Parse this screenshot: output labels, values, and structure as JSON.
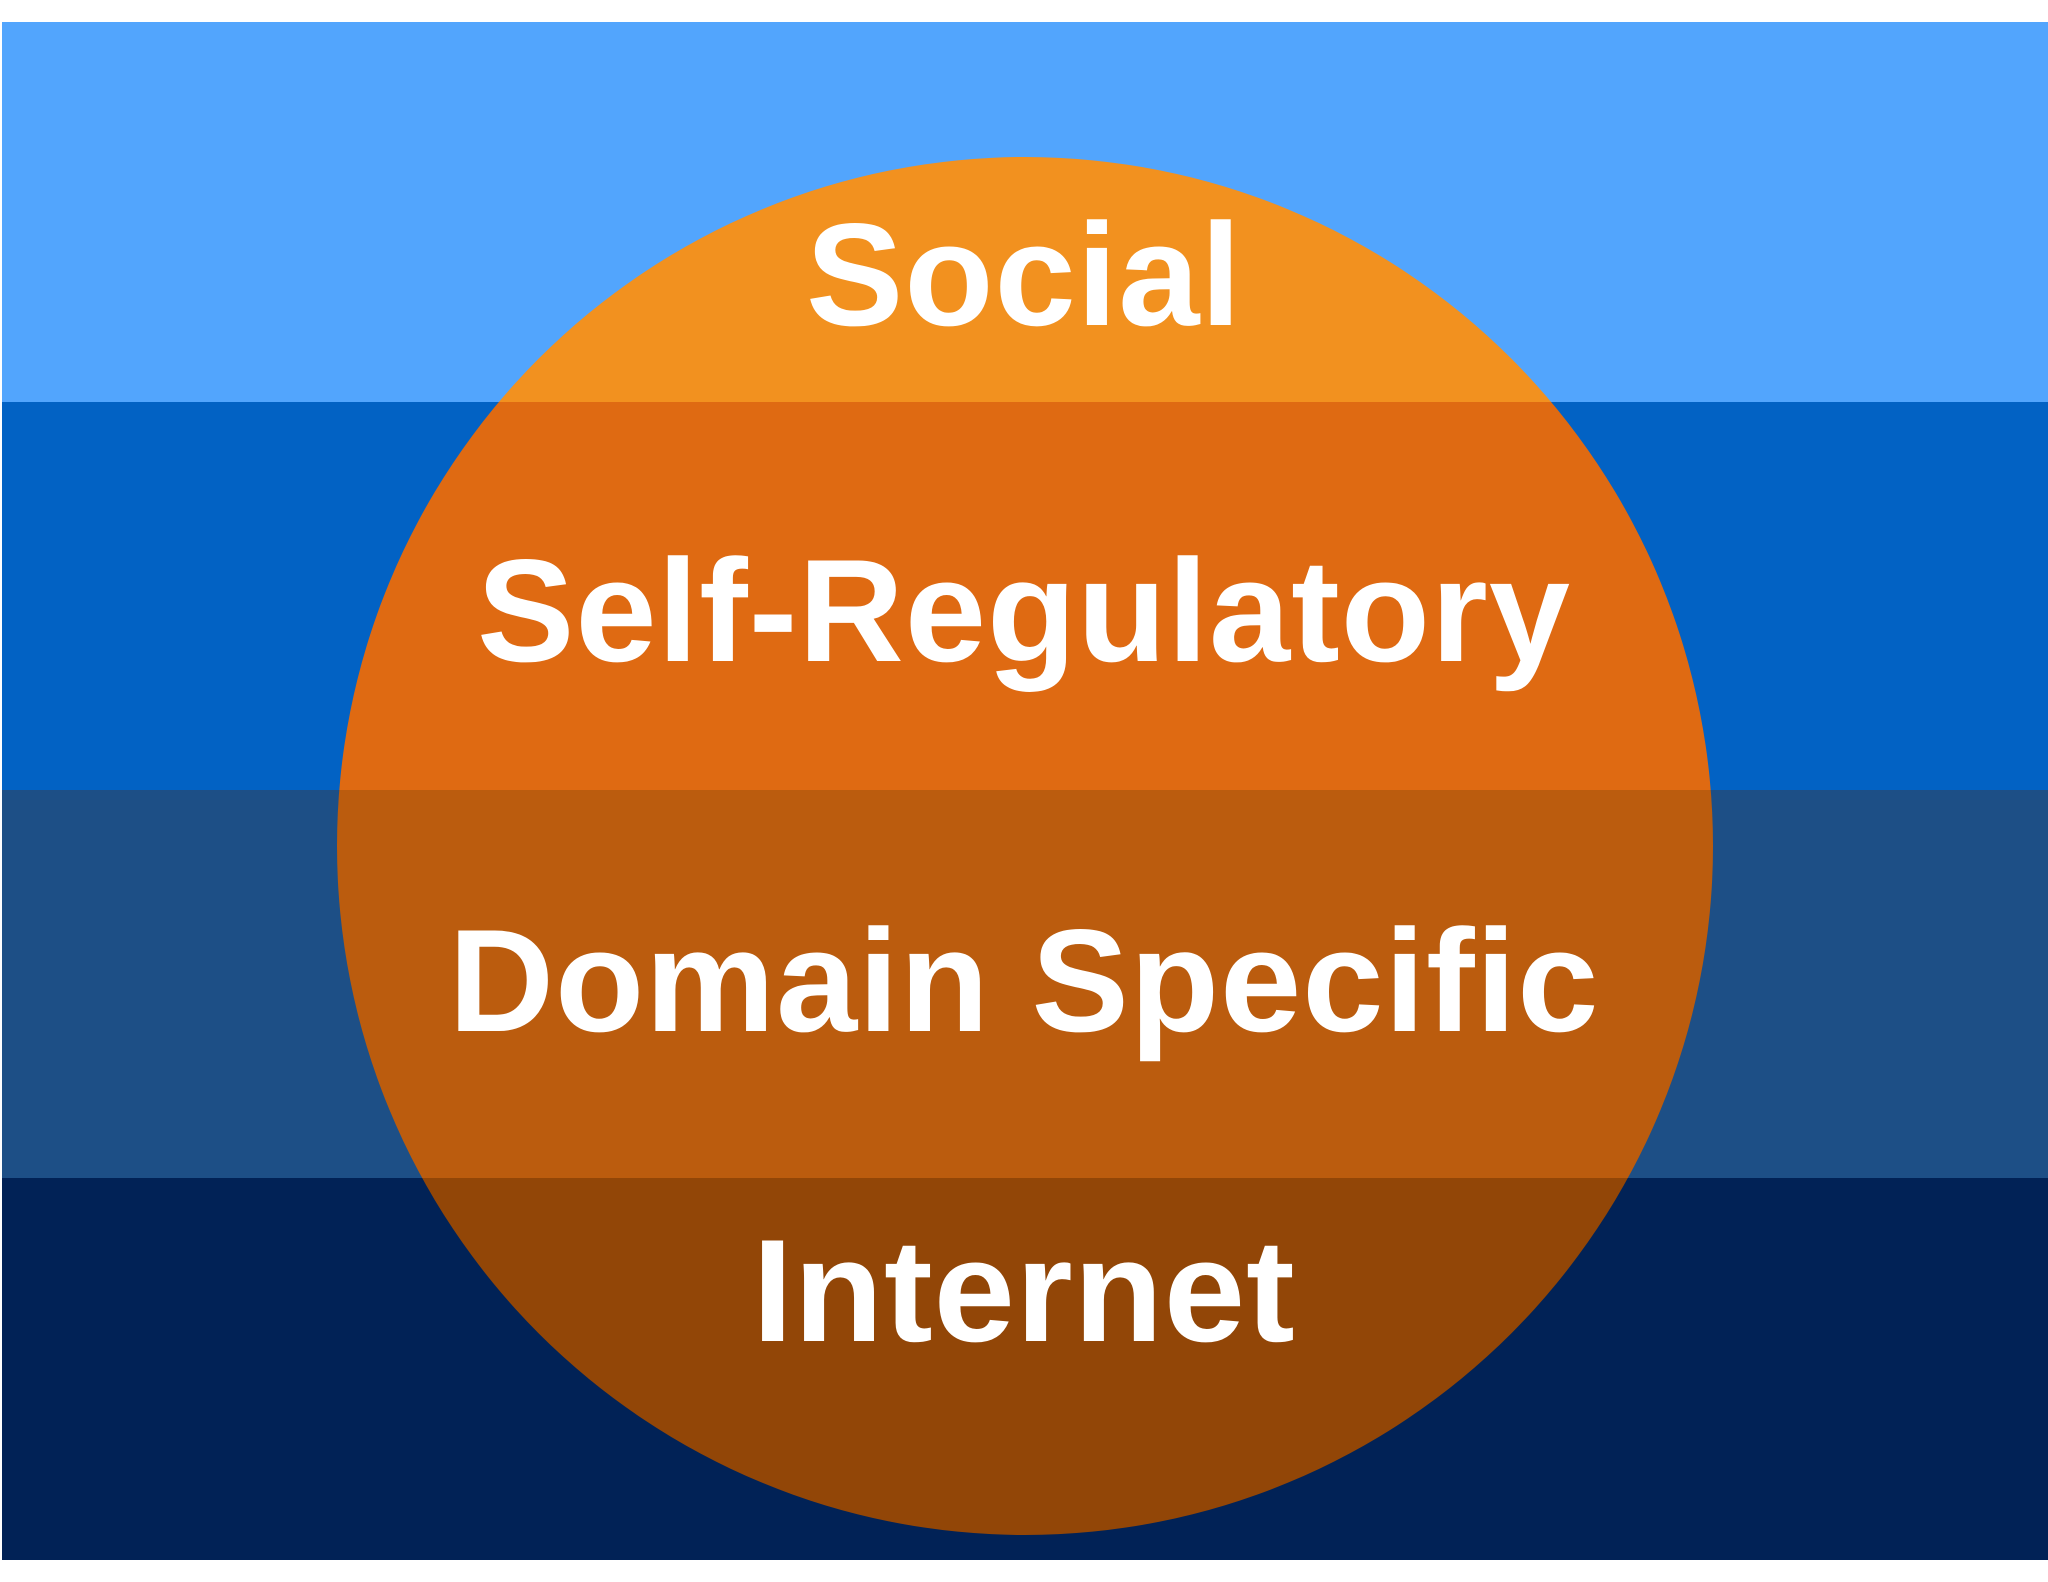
{
  "layers": [
    {
      "label": "Social",
      "band_color": "#52a5fd",
      "circle_color": "#f2911f"
    },
    {
      "label": "Self-Regulatory",
      "band_color": "#0262c4",
      "circle_color": "#df6a12"
    },
    {
      "label": "Domain Specific",
      "band_color": "#1d4f86",
      "circle_color": "#bb5c0e"
    },
    {
      "label": "Internet",
      "band_color": "#012256",
      "circle_color": "#924607"
    }
  ]
}
